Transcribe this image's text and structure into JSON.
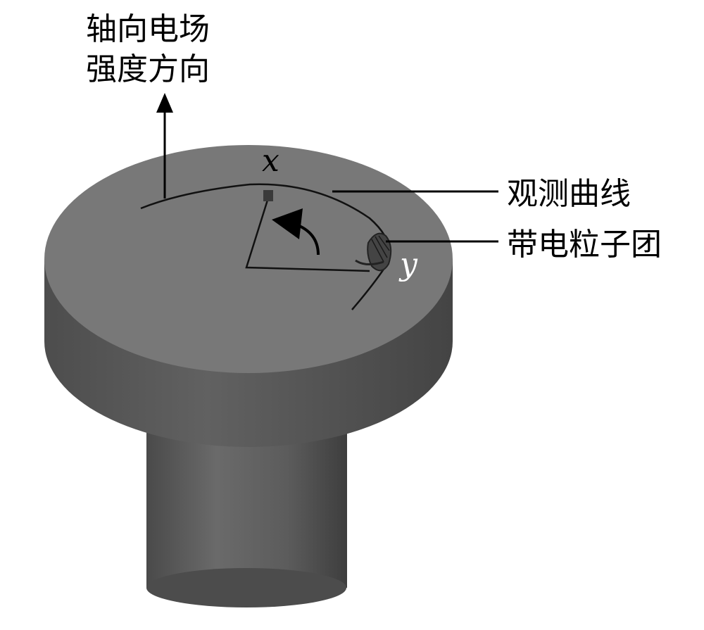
{
  "labels": {
    "field_direction_line1": "轴向电场",
    "field_direction_line2": "强度方向",
    "observation_curve": "观测曲线",
    "charged_particle_cluster": "带电粒子团",
    "axis_x": "x",
    "axis_y": "y"
  },
  "colors": {
    "disk_top": "#777777",
    "disk_side": "#555555",
    "stem": "#585858",
    "line": "#000000",
    "axis_x_label": "#000000",
    "axis_y_label": "#ffffff"
  }
}
